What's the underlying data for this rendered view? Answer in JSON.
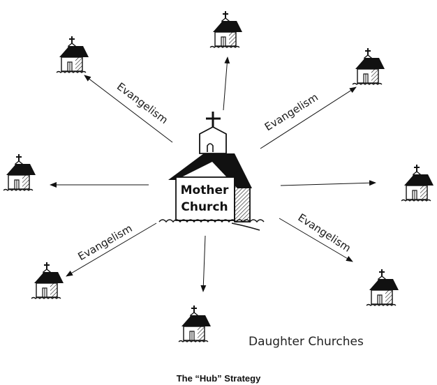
{
  "diagram": {
    "center_label_line1": "Mother",
    "center_label_line2": "Church",
    "edge_label": "Evangelism",
    "daughters_label": "Daughter Churches",
    "caption": "The “Hub” Strategy"
  }
}
